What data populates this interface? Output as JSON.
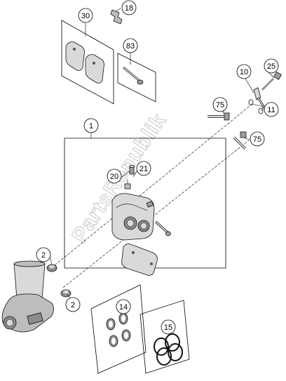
{
  "watermark": "PartsRepublik",
  "callouts": {
    "c1": "1",
    "c2a": "2",
    "c2b": "2",
    "c10": "10",
    "c11": "11",
    "c14": "14",
    "c15": "15",
    "c18": "18",
    "c20": "20",
    "c21": "21",
    "c25": "25",
    "c30": "30",
    "c75a": "75",
    "c75b": "75",
    "c83": "83"
  },
  "colors": {
    "line": "#000000",
    "part_fill": "#d9d9d9",
    "part_dark": "#8c8c8c",
    "watermark": "#cfcfcf"
  }
}
